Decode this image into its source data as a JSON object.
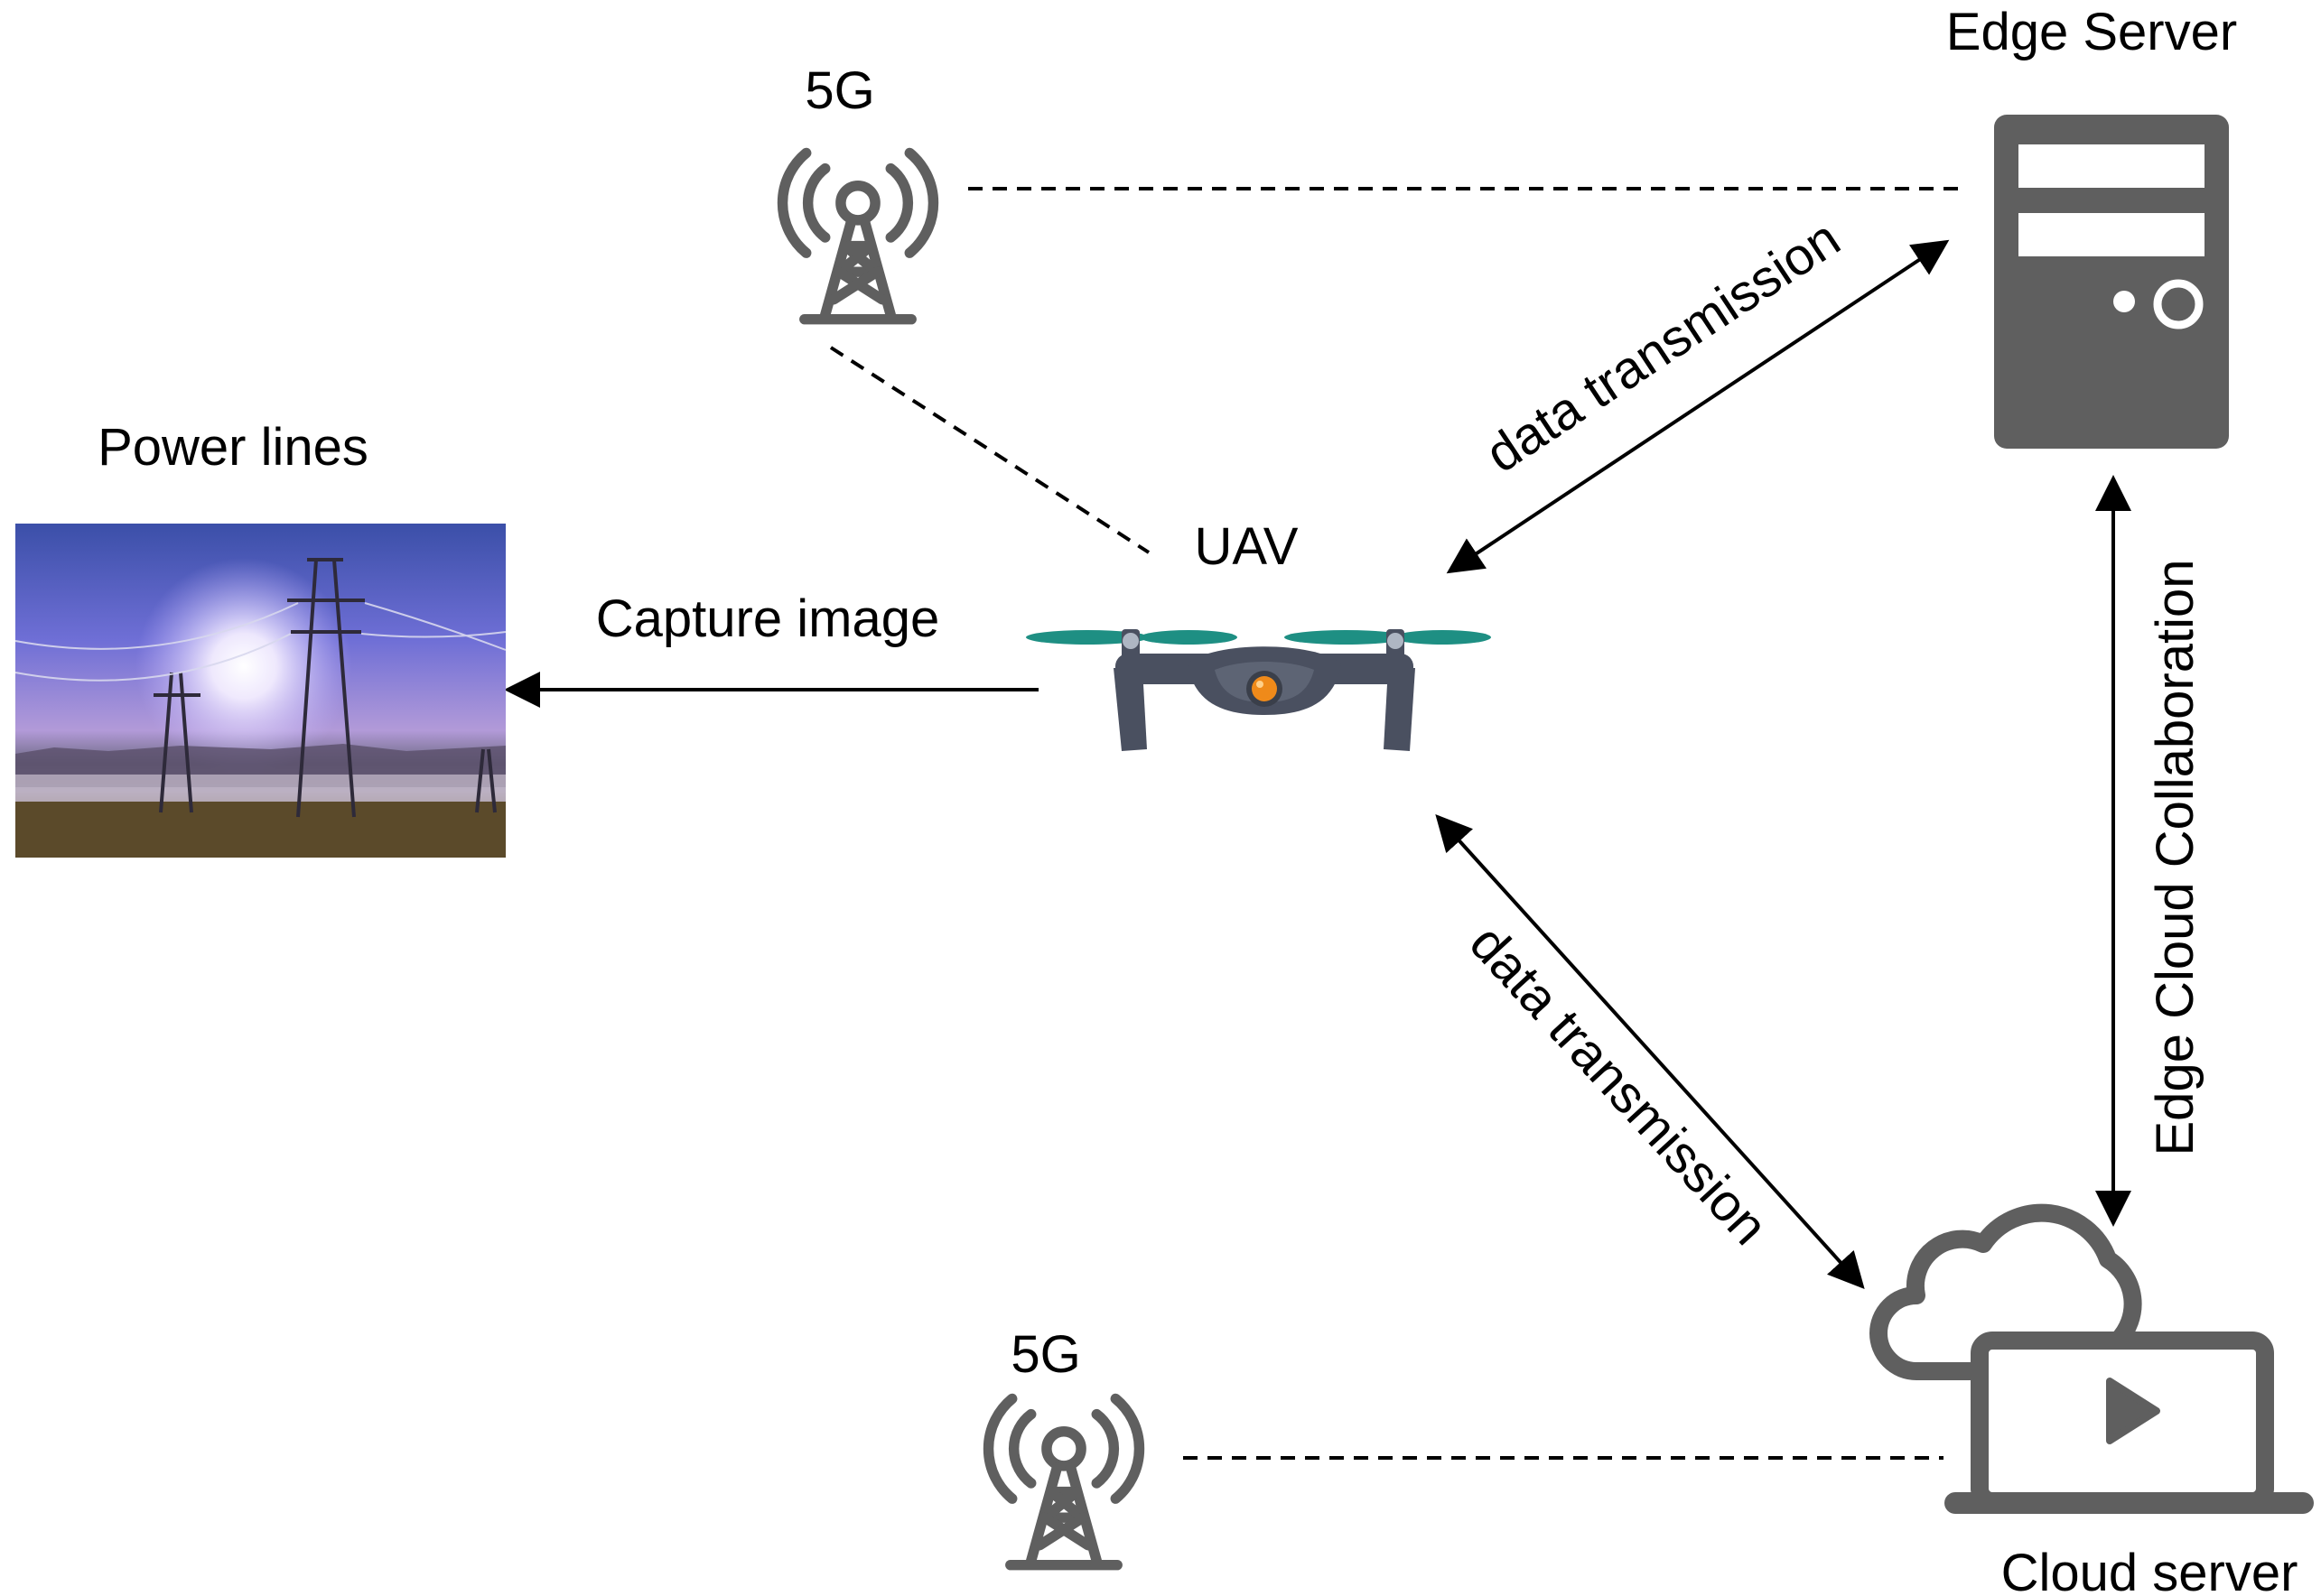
{
  "labels": {
    "edge_server": "Edge Server",
    "cloud_server": "Cloud server",
    "tower_top": "5G",
    "tower_bottom": "5G",
    "power_lines": "Power lines",
    "uav": "UAV",
    "capture_image": "Capture image",
    "data_transmission_upper": "data transmission",
    "data_transmission_lower": "data transmission",
    "edge_cloud_collab": "Edge Cloud Collaboration"
  },
  "colors": {
    "icon_gray": "#5f5f5f",
    "propeller_teal": "#1e8f83",
    "drone_body": "#4a5060",
    "camera_orange": "#ef8a1a",
    "line": "#000000"
  },
  "icons": {
    "tower": "signal-tower-icon",
    "server": "server-icon",
    "cloud": "cloud-server-icon",
    "drone": "drone-icon",
    "photo": "power-lines-photo"
  }
}
